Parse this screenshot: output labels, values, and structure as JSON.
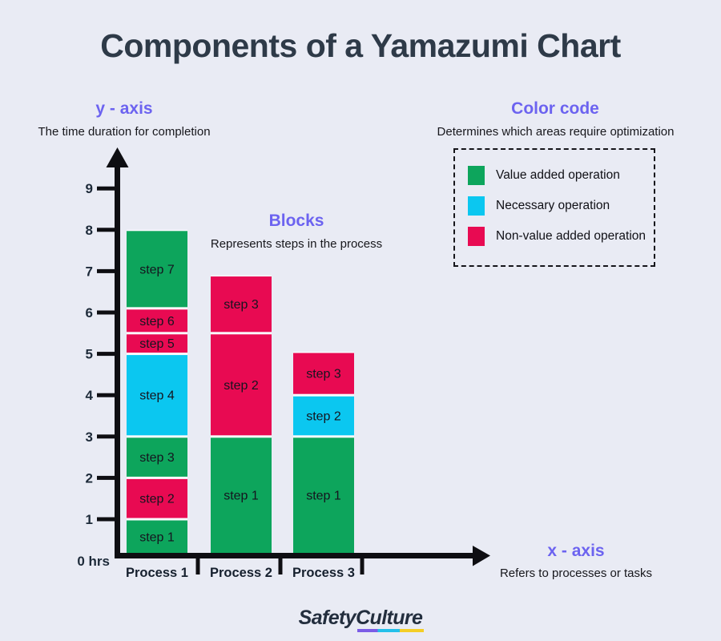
{
  "title": "Components of a Yamazumi Chart",
  "colors": {
    "value_added": "#0DA55C",
    "necessary": "#0BC7F0",
    "non_value_added": "#E80A52",
    "accent_purple": "#6C63F0",
    "title_color": "#2E3A48",
    "axis_black": "#0E0E12",
    "background": "#E9EBF4"
  },
  "annotations": {
    "y_axis": {
      "heading": "y - axis",
      "subtitle": "The time duration for completion"
    },
    "color_code": {
      "heading": "Color code",
      "subtitle": "Determines which areas require optimization"
    },
    "blocks": {
      "heading": "Blocks",
      "subtitle": "Represents steps in the process"
    },
    "x_axis": {
      "heading": "x - axis",
      "subtitle": "Refers to processes or tasks"
    }
  },
  "legend": {
    "items": [
      {
        "key": "value_added",
        "label": "Value added operation"
      },
      {
        "key": "necessary",
        "label": "Necessary operation"
      },
      {
        "key": "non_value_added",
        "label": "Non-value added operation"
      }
    ]
  },
  "chart_data": {
    "type": "bar",
    "stacked": true,
    "unit": "hours",
    "origin_label": "0 hrs",
    "yticks": [
      1,
      2,
      3,
      4,
      5,
      6,
      7,
      8,
      9
    ],
    "ylim": [
      0,
      9.9
    ],
    "categories": [
      "Process 1",
      "Process 2",
      "Process 3"
    ],
    "processes": [
      {
        "name": "Process 1",
        "steps": [
          {
            "label": "step 1",
            "from": 0,
            "to": 1,
            "type": "value_added"
          },
          {
            "label": "step 2",
            "from": 1,
            "to": 2,
            "type": "non_value_added"
          },
          {
            "label": "step 3",
            "from": 2,
            "to": 3,
            "type": "value_added"
          },
          {
            "label": "step 4",
            "from": 3,
            "to": 5,
            "type": "necessary"
          },
          {
            "label": "step 5",
            "from": 5,
            "to": 5.5,
            "type": "non_value_added"
          },
          {
            "label": "step 6",
            "from": 5.5,
            "to": 6.1,
            "type": "non_value_added"
          },
          {
            "label": "step 7",
            "from": 6.1,
            "to": 8,
            "type": "value_added"
          }
        ]
      },
      {
        "name": "Process 2",
        "steps": [
          {
            "label": "step 1",
            "from": 0,
            "to": 3,
            "type": "value_added"
          },
          {
            "label": "step 2",
            "from": 3,
            "to": 5.5,
            "type": "non_value_added"
          },
          {
            "label": "step 3",
            "from": 5.5,
            "to": 6.9,
            "type": "non_value_added"
          }
        ]
      },
      {
        "name": "Process 3",
        "steps": [
          {
            "label": "step 1",
            "from": 0,
            "to": 3,
            "type": "value_added"
          },
          {
            "label": "step 2",
            "from": 3,
            "to": 4,
            "type": "necessary"
          },
          {
            "label": "step 3",
            "from": 4,
            "to": 5.05,
            "type": "non_value_added"
          }
        ]
      }
    ]
  },
  "footer": {
    "logo_part1": "Safety",
    "logo_part2": "Culture"
  }
}
